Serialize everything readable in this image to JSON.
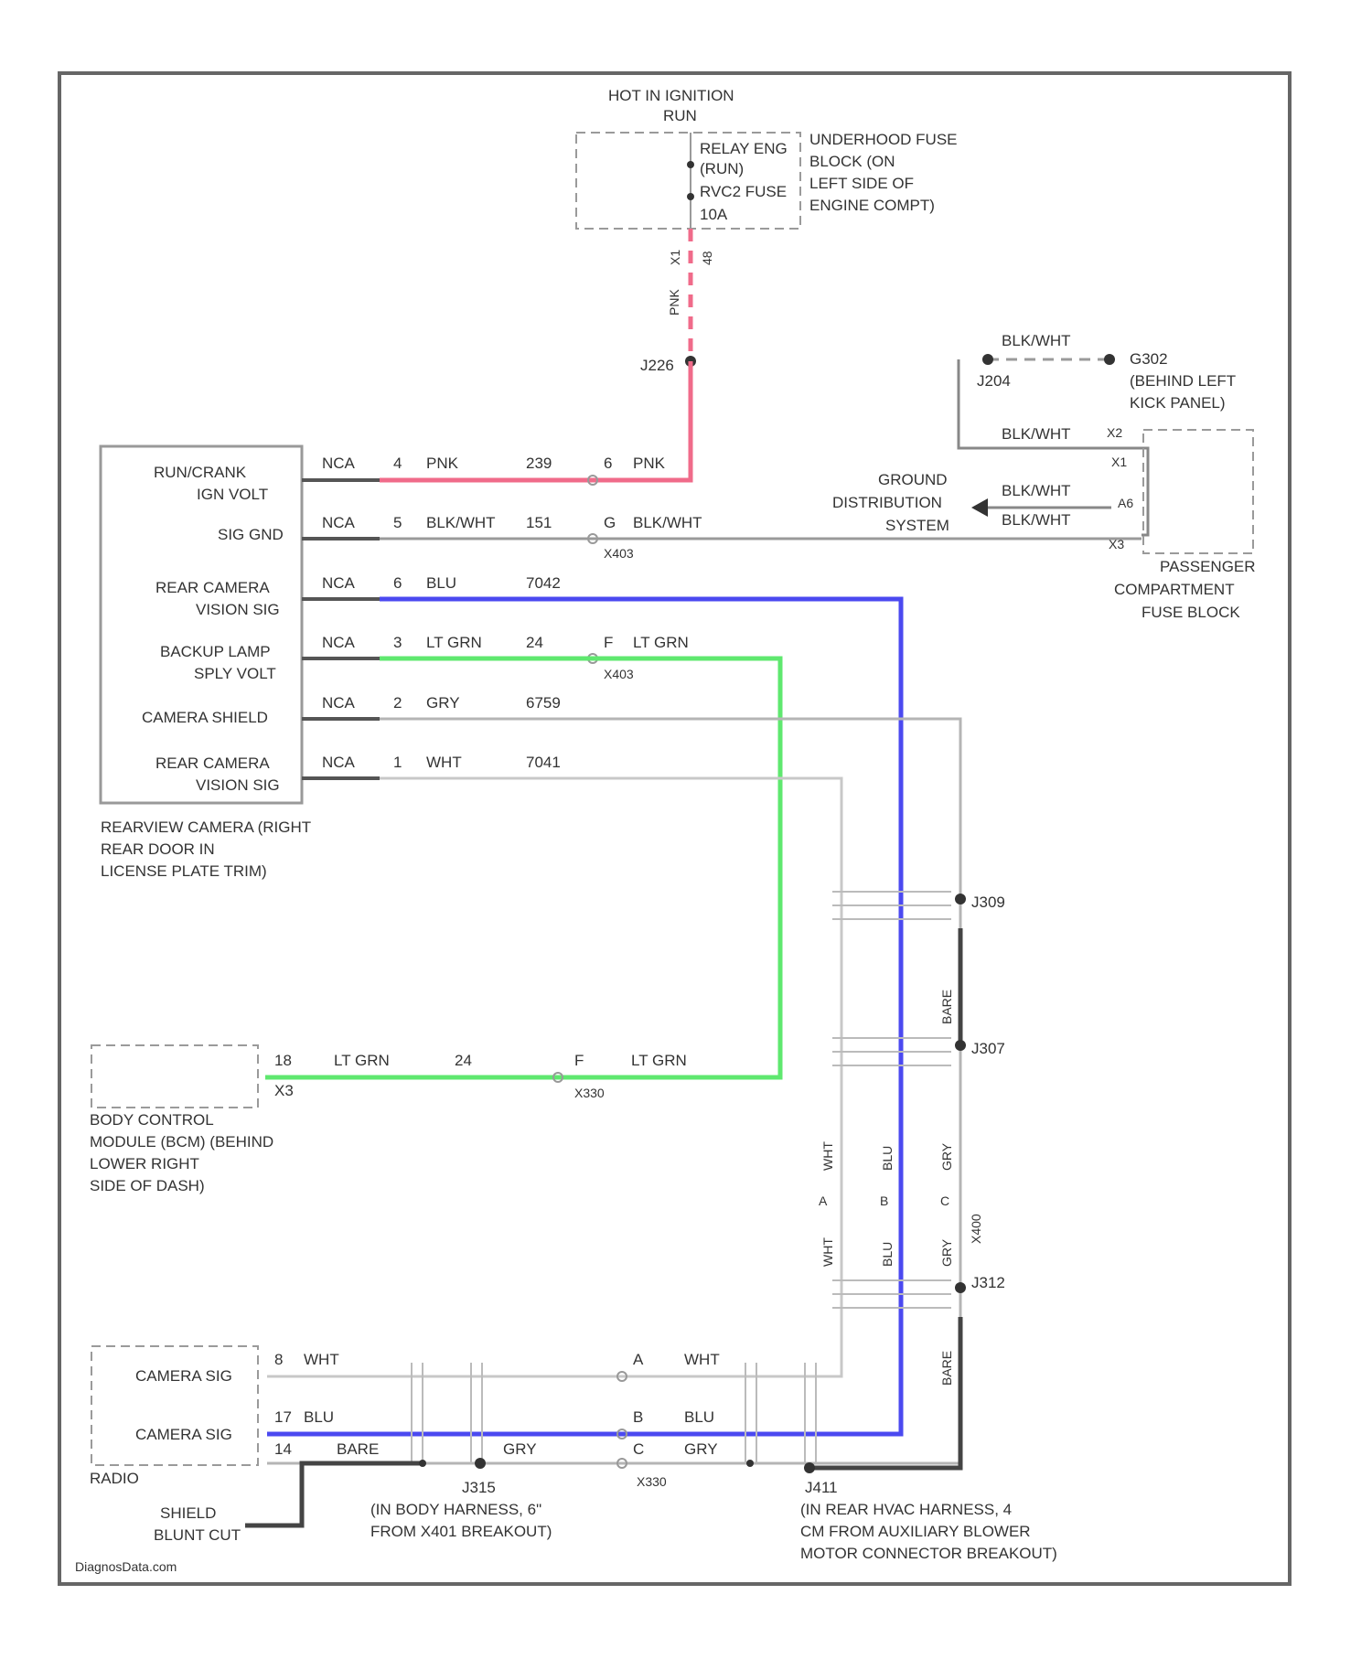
{
  "top_supply": {
    "line1": "HOT IN IGNITION",
    "line2": "RUN"
  },
  "fuse_block": {
    "relay": "RELAY ENG",
    "relay_sub": "(RUN)",
    "fuse": "RVC2 FUSE",
    "fuse_amp": "10A",
    "location": [
      "UNDERHOOD FUSE",
      "BLOCK (ON",
      "LEFT SIDE OF",
      "ENGINE COMPT)"
    ],
    "pin": "X1",
    "pin_b": "48",
    "wire_color": "PNK"
  },
  "splices": {
    "j226": "J226",
    "j204": "J204",
    "g302": [
      "G302",
      "(BEHIND LEFT",
      "KICK PANEL)"
    ],
    "j309": "J309",
    "j307": "J307",
    "j312": "J312",
    "j315": [
      "J315",
      "(IN BODY HARNESS, 6\"",
      "FROM X401 BREAKOUT)"
    ],
    "j411": [
      "J411",
      "(IN REAR HVAC HARNESS, 4",
      "CM FROM AUXILIARY BLOWER",
      "MOTOR CONNECTOR BREAKOUT)"
    ]
  },
  "camera": {
    "pins": [
      {
        "label": [
          "RUN/CRANK",
          "IGN VOLT"
        ],
        "nca": "NCA",
        "pin": "4",
        "color": "PNK",
        "circuit": "239",
        "in_pin": "6",
        "in_color": "PNK"
      },
      {
        "label": [
          "SIG GND"
        ],
        "nca": "NCA",
        "pin": "5",
        "color": "BLK/WHT",
        "circuit": "151",
        "in_pin": "G",
        "in_color": "BLK/WHT",
        "connector": "X403"
      },
      {
        "label": [
          "REAR CAMERA",
          "VISION SIG"
        ],
        "nca": "NCA",
        "pin": "6",
        "color": "BLU",
        "circuit": "7042"
      },
      {
        "label": [
          "BACKUP LAMP",
          "SPLY VOLT"
        ],
        "nca": "NCA",
        "pin": "3",
        "color": "LT GRN",
        "circuit": "24",
        "in_pin": "F",
        "in_color": "LT GRN",
        "connector": "X403"
      },
      {
        "label": [
          "CAMERA SHIELD"
        ],
        "nca": "NCA",
        "pin": "2",
        "color": "GRY",
        "circuit": "6759"
      },
      {
        "label": [
          "REAR CAMERA",
          "VISION SIG"
        ],
        "nca": "NCA",
        "pin": "1",
        "color": "WHT",
        "circuit": "7041"
      }
    ],
    "name": [
      "REARVIEW CAMERA (RIGHT",
      "REAR DOOR IN",
      "LICENSE PLATE TRIM)"
    ]
  },
  "ground": {
    "top_wire": "BLK/WHT",
    "side_wire": "BLK/WHT",
    "pin_x2": "X2",
    "pin_x1": "X1",
    "pin_a6": "A6",
    "pin_x3": "X3",
    "gds": [
      "GROUND",
      "DISTRIBUTION",
      "SYSTEM"
    ],
    "gds_wire1": "BLK/WHT",
    "gds_wire2": "BLK/WHT",
    "pfb": [
      "PASSENGER",
      "COMPARTMENT",
      "FUSE BLOCK"
    ]
  },
  "bcm": {
    "pin": "18",
    "conn": "X3",
    "color": "LT GRN",
    "circuit": "24",
    "in_pin": "F",
    "in_color": "LT GRN",
    "connector": "X330",
    "name": [
      "BODY CONTROL",
      "MODULE (BCM) (BEHIND",
      "LOWER RIGHT",
      "SIDE OF DASH)"
    ]
  },
  "vertical_labels": {
    "bare_upper": "BARE",
    "bare_lower": "BARE",
    "wht_upper": "WHT",
    "wht_lower": "WHT",
    "blu_upper": "BLU",
    "blu_lower": "BLU",
    "gry_upper": "GRY",
    "gry_lower": "GRY",
    "pin_wht": "A",
    "pin_blu": "B",
    "pin_gry": "C",
    "conn_vert": "X400"
  },
  "radio": {
    "pins": [
      {
        "label": "CAMERA SIG",
        "pin": "8",
        "color": "WHT",
        "in_pin": "A",
        "in_color": "WHT"
      },
      {
        "label": "CAMERA SIG",
        "pin": "17",
        "color": "BLU",
        "in_pin": "B",
        "in_color": "BLU"
      },
      {
        "label": "",
        "pin": "14",
        "color": "BARE",
        "in_pin": "C",
        "in_color": "GRY",
        "mid_color": "GRY"
      }
    ],
    "name": "RADIO",
    "connector": "X330",
    "shield": [
      "SHIELD",
      "BLUNT CUT"
    ]
  },
  "watermark": "DiagnosData.com",
  "colors": {
    "pink": "#f06b8a",
    "blue": "#4b49f0",
    "green": "#5fe86f",
    "black": "#333333",
    "gray": "#b5b5b5",
    "dashed": "#9a9a9a"
  }
}
